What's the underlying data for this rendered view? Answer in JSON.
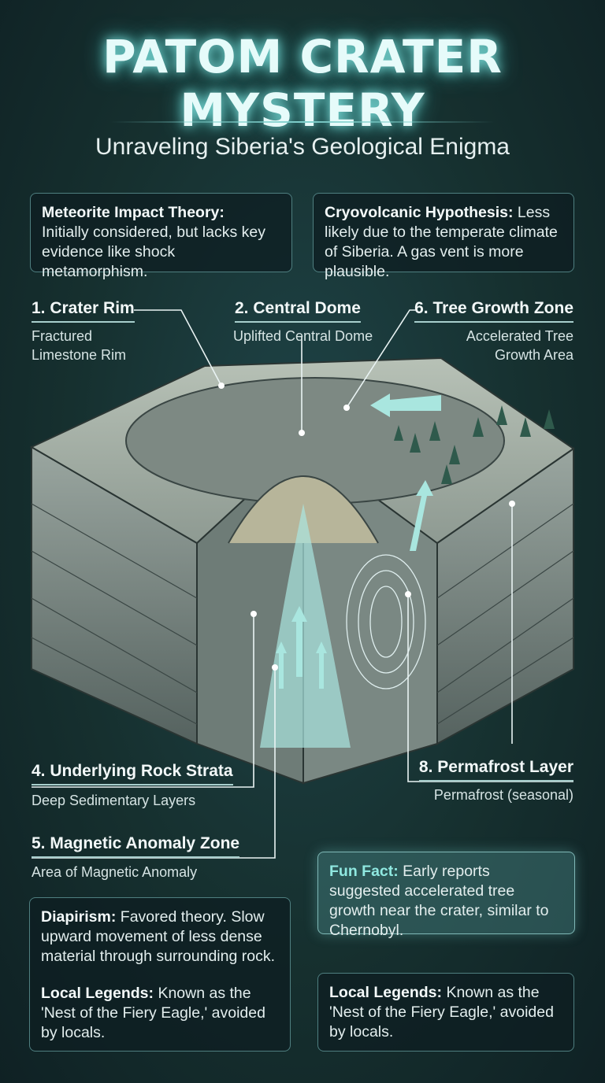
{
  "title": "PATOM CRATER MYSTERY",
  "subtitle": "Unraveling Siberia's Geological Enigma",
  "boxes": {
    "meteorite": {
      "label": "Meteorite Impact Theory:",
      "text": "Initially considered, but lacks key evidence like shock metamorphism."
    },
    "cryo": {
      "label": "Cryovolcanic Hypothesis:",
      "text": "Less likely due to the temperate climate of Siberia. A gas vent is more plausible."
    },
    "diapirism": {
      "label": "Diapirism:",
      "text": "Favored theory. Slow upward movement of less dense material through surrounding rock."
    },
    "legends_left": {
      "label": "Local Legends:",
      "text": "Known as the 'Nest of the Fiery Eagle,' avoided by locals."
    },
    "fun_fact": {
      "label": "Fun Fact:",
      "text": "Early reports suggested accelerated tree growth near the crater, similar to Chernobyl."
    },
    "legends_right": {
      "label": "Local Legends:",
      "text": "Known as the 'Nest of the Fiery Eagle,' avoided by locals."
    }
  },
  "labels": [
    {
      "title": "1. Crater Rim",
      "sub": "Fractured Limestone Rim"
    },
    {
      "title": "2. Central Dome",
      "sub": "Uplifted Central Dome"
    },
    {
      "title": "6. Tree Growth Zone",
      "sub": "Accelerated Tree Growth Area"
    },
    {
      "title": "4. Underlying Rock Strata",
      "sub": "Deep Sedimentary Layers"
    },
    {
      "title": "5. Magnetic Anomaly Zone",
      "sub": "Area of Magnetic Anomaly"
    },
    {
      "title": "8. Permafrost Layer",
      "sub": "Permafrost (seasonal)"
    }
  ],
  "colors": {
    "accent": "#8fe8e0",
    "rock": "#8a9590",
    "ice": "#a9e6df",
    "tree": "#2f5a4c"
  }
}
